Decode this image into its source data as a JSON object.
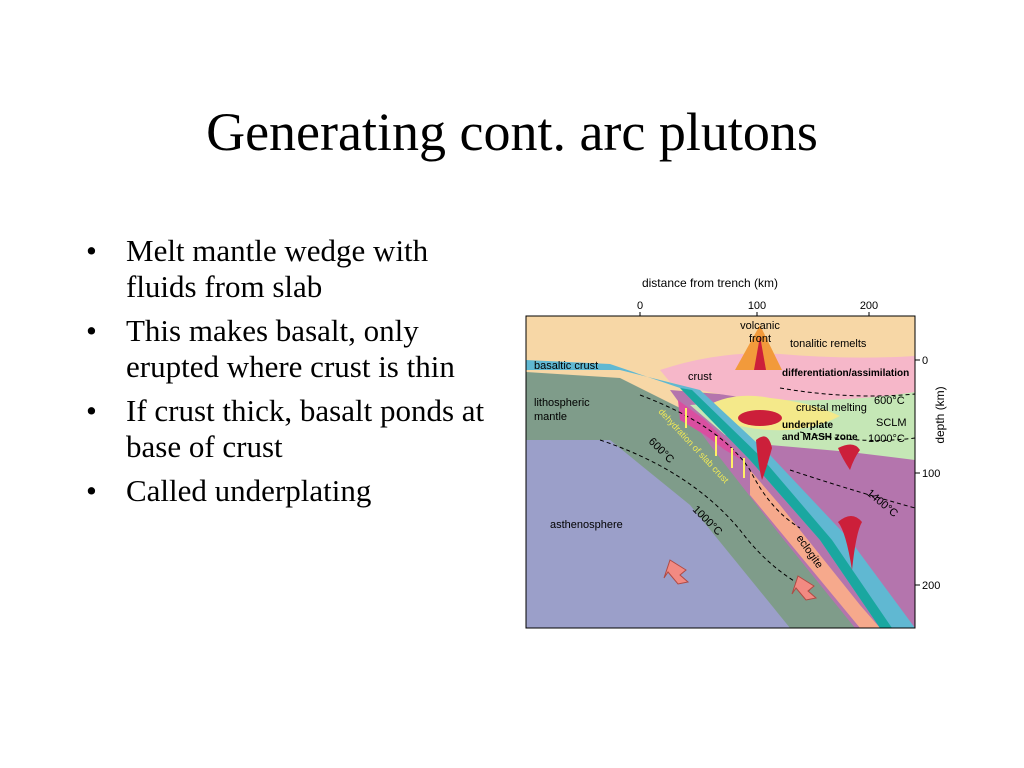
{
  "title": "Generating cont. arc plutons",
  "bullets": [
    "Melt mantle wedge with fluids from slab",
    "This makes basalt, only erupted where crust is thin",
    "If crust thick, basalt ponds at base of crust",
    "Called underplating"
  ],
  "bullet_symbol": "•",
  "figure": {
    "top_axis_label": "distance from trench (km)",
    "top_ticks": [
      "0",
      "100",
      "200"
    ],
    "right_axis_label": "depth (km)",
    "right_ticks": [
      "0",
      "100",
      "200"
    ],
    "labels": {
      "volcanic_front": [
        "volcanic",
        "front"
      ],
      "tonalitic_remelts": "tonalitic remelts",
      "basaltic_crust": "basaltic crust",
      "crust": "crust",
      "differentiation": "differentiation/assimilation",
      "temp_600_right": "600°C",
      "lithospheric_mantle": [
        "lithospheric",
        "mantle"
      ],
      "crustal_melting": "crustal melting",
      "sclm": "SCLM",
      "underplate": [
        "underplate",
        "and MASH zone"
      ],
      "temp_1000_right": "1000°C",
      "dehydration": "dehydration of slab crust",
      "temp_600_slab": "600°C",
      "temp_1400": "1400°C",
      "asthenosphere": "asthenosphere",
      "temp_1000_slab": "1000°C",
      "eclogite": "eclogite"
    },
    "colors": {
      "crust_tan": "#f7d7a6",
      "crust_pink": "#f6b7c9",
      "oceanic_crust": "#60b8d2",
      "slab_teal": "#1aa7a0",
      "lithospheric_mantle": "#7f9c8a",
      "asthenosphere": "#9b9fc9",
      "wedge_purple": "#b475ad",
      "sclm_green": "#c5e7b6",
      "underplate_yellow": "#f4e98a",
      "magma_red": "#cc1f3a",
      "volcano_orange": "#f29a3b",
      "arrow_salmon": "#f28a82"
    }
  }
}
